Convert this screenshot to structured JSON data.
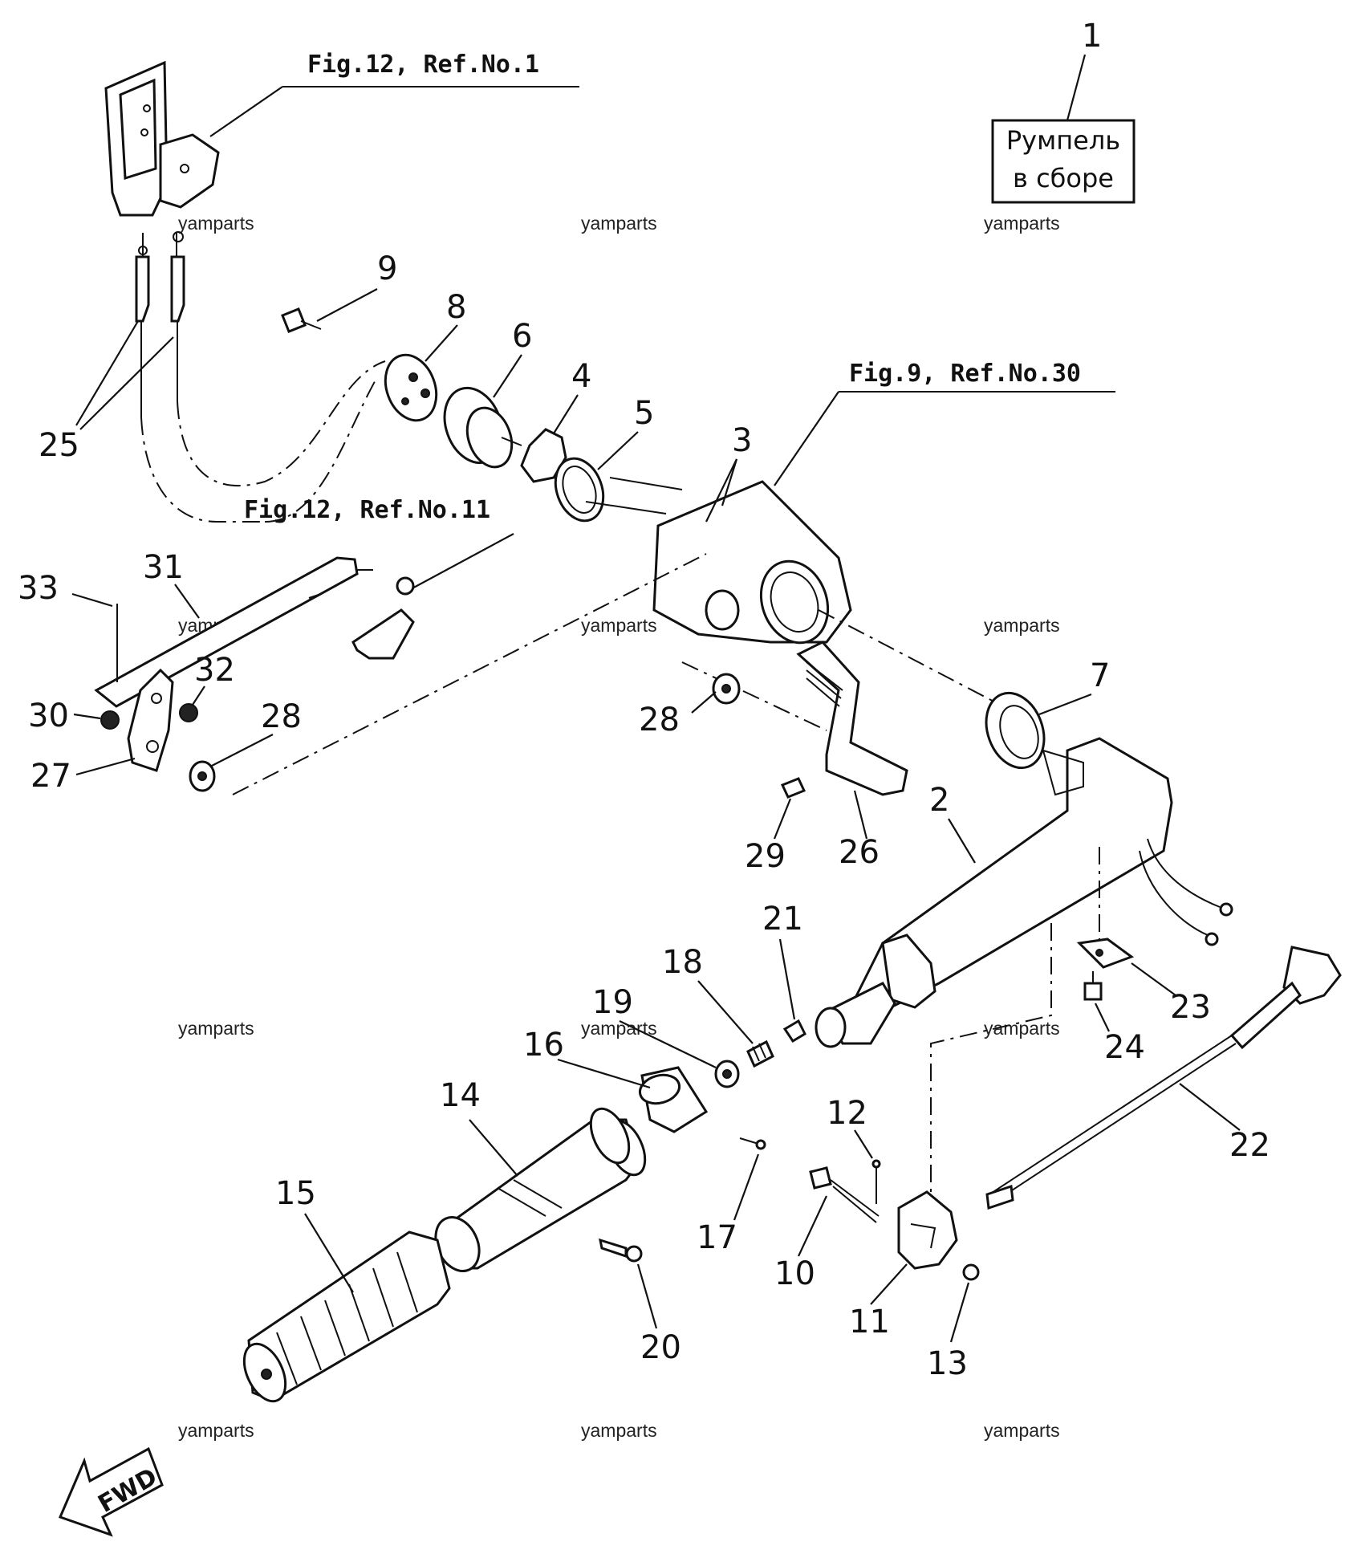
{
  "captions": {
    "fig12_ref1": "Fig.12, Ref.No.1",
    "fig9_ref30": "Fig.9, Ref.No.30",
    "fig12_ref11": "Fig.12, Ref.No.11"
  },
  "assembly_box": {
    "number": "1",
    "line1": "Румпель",
    "line2": "в сборе"
  },
  "watermark": "yamparts",
  "fwd_label": "FWD",
  "callouts": {
    "n2": "2",
    "n3": "3",
    "n4": "4",
    "n5": "5",
    "n6": "6",
    "n7": "7",
    "n8": "8",
    "n9": "9",
    "n10": "10",
    "n11": "11",
    "n12": "12",
    "n13": "13",
    "n14": "14",
    "n15": "15",
    "n16": "16",
    "n17": "17",
    "n18": "18",
    "n19": "19",
    "n20": "20",
    "n21": "21",
    "n22": "22",
    "n23": "23",
    "n24": "24",
    "n25": "25",
    "n26": "26",
    "n27": "27",
    "n28a": "28",
    "n28b": "28",
    "n29": "29",
    "n30": "30",
    "n31": "31",
    "n32": "32",
    "n33": "33"
  }
}
